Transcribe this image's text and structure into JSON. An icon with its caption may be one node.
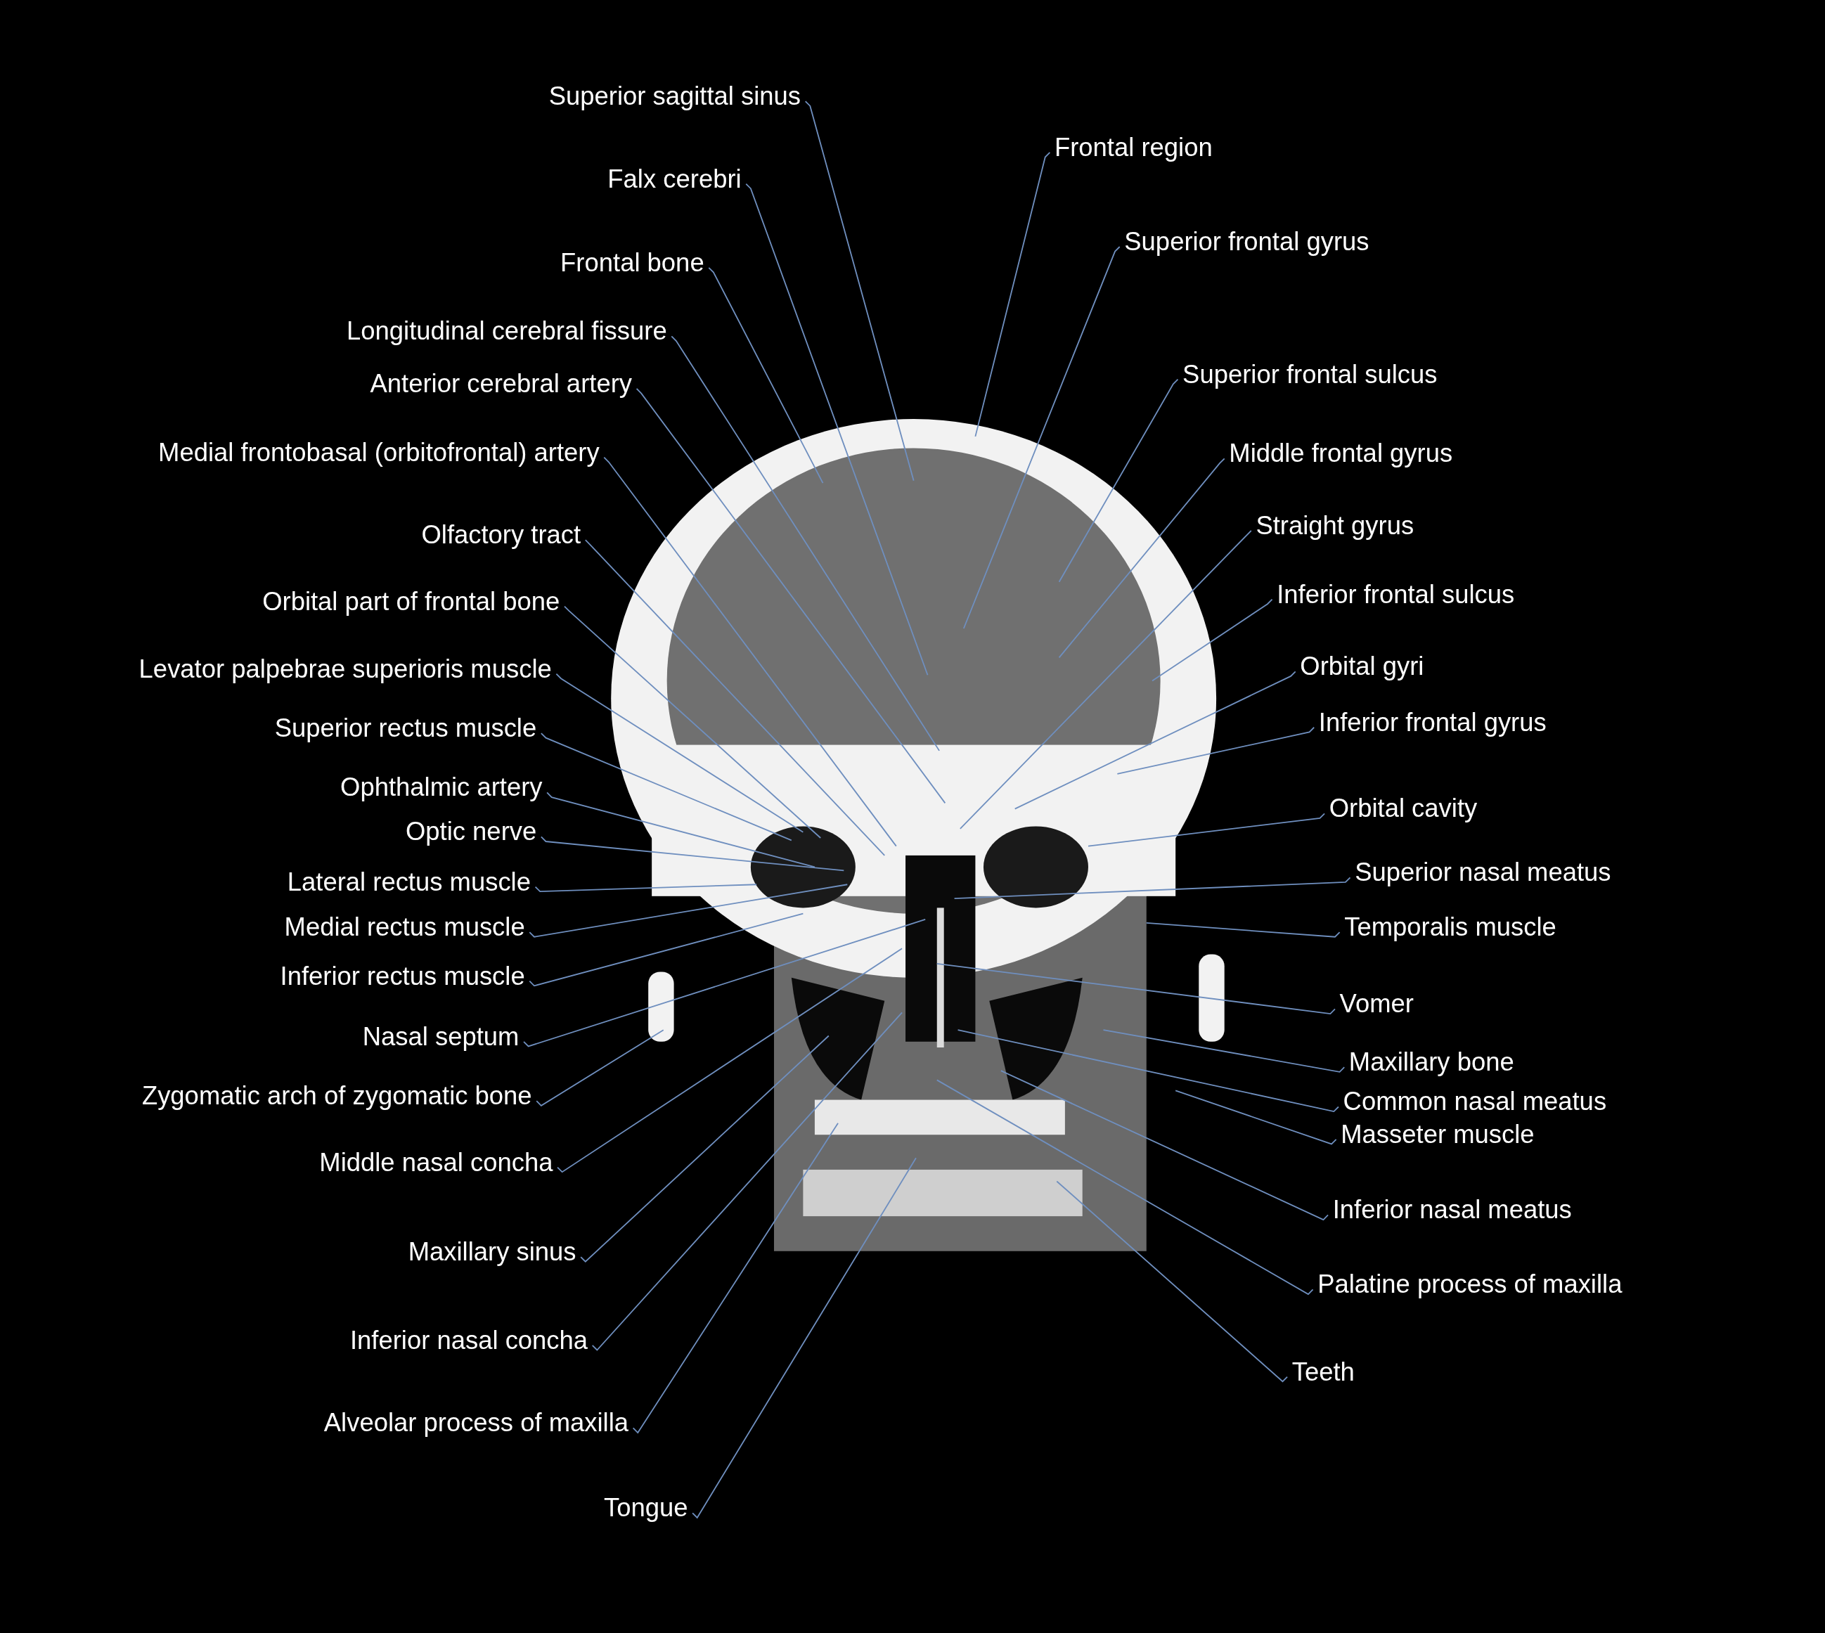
{
  "diagram": {
    "nodes": [
      {
        "text": [
          "Superior sagittal sinus"
        ]
      },
      {
        "text": [
          "Falx cerebri"
        ]
      },
      {
        "text": [
          "Frontal bone"
        ]
      },
      {
        "text": [
          "Longitudinal cerebral fissure"
        ]
      },
      {
        "text": [
          "Anterior cerebral artery"
        ]
      },
      {
        "text": [
          "Medial frontobasal (orbitofrontal) artery"
        ]
      },
      {
        "text": [
          "Olfactory tract"
        ]
      },
      {
        "text": [
          "Orbital part of frontal bone"
        ]
      },
      {
        "text": [
          "Levator palpebrae superioris muscle"
        ]
      },
      {
        "text": [
          "Superior rectus muscle"
        ]
      },
      {
        "text": [
          "Ophthalmic artery"
        ]
      },
      {
        "text": [
          "Optic nerve"
        ]
      },
      {
        "text": [
          "Lateral rectus muscle"
        ]
      },
      {
        "text": [
          "Medial rectus muscle"
        ]
      },
      {
        "text": [
          "Inferior rectus muscle"
        ]
      },
      {
        "text": [
          "Nasal septum"
        ]
      },
      {
        "text": [
          "Zygomatic arch of zygomatic bone"
        ]
      },
      {
        "text": [
          "Middle nasal concha"
        ]
      },
      {
        "text": [
          "Maxillary sinus"
        ]
      },
      {
        "text": [
          "Inferior nasal concha"
        ]
      },
      {
        "text": [
          "Alveolar process of maxilla"
        ]
      },
      {
        "text": [
          "Tongue"
        ]
      },
      {
        "text": [
          "Frontal region"
        ]
      },
      {
        "text": [
          "Superior frontal gyrus"
        ]
      },
      {
        "text": [
          "Superior frontal sulcus"
        ]
      },
      {
        "text": [
          "Middle frontal gyrus"
        ]
      },
      {
        "text": [
          "Straight gyrus"
        ]
      },
      {
        "text": [
          "Inferior frontal sulcus"
        ]
      },
      {
        "text": [
          "Orbital gyri"
        ]
      },
      {
        "text": [
          "Inferior frontal gyrus"
        ]
      },
      {
        "text": [
          "Orbital cavity"
        ]
      },
      {
        "text": [
          "Superior nasal meatus"
        ]
      },
      {
        "text": [
          "Temporalis muscle"
        ]
      },
      {
        "text": [
          "Vomer"
        ]
      },
      {
        "text": [
          "Maxillary bone"
        ]
      },
      {
        "text": [
          "Common nasal meatus"
        ]
      },
      {
        "text": [
          "Masseter muscle"
        ]
      },
      {
        "text": [
          "Inferior nasal meatus"
        ]
      },
      {
        "text": [
          "Palatine process of maxilla"
        ]
      },
      {
        "text": [
          "Teeth"
        ]
      }
    ],
    "edges": [
      {
        "from": 0,
        "to": null,
        "arrow": "none"
      },
      {
        "from": 1,
        "to": null,
        "arrow": "none"
      },
      {
        "from": 2,
        "to": null,
        "arrow": "none"
      },
      {
        "from": 3,
        "to": null,
        "arrow": "none"
      },
      {
        "from": 4,
        "to": null,
        "arrow": "none"
      },
      {
        "from": 5,
        "to": null,
        "arrow": "none"
      },
      {
        "from": 6,
        "to": null,
        "arrow": "none"
      },
      {
        "from": 7,
        "to": null,
        "arrow": "none"
      },
      {
        "from": 8,
        "to": null,
        "arrow": "none"
      },
      {
        "from": 9,
        "to": null,
        "arrow": "none"
      },
      {
        "from": 10,
        "to": null,
        "arrow": "none"
      },
      {
        "from": 11,
        "to": null,
        "arrow": "none"
      },
      {
        "from": 12,
        "to": null,
        "arrow": "none"
      },
      {
        "from": 13,
        "to": null,
        "arrow": "none"
      },
      {
        "from": 14,
        "to": null,
        "arrow": "none"
      },
      {
        "from": 15,
        "to": null,
        "arrow": "none"
      },
      {
        "from": 16,
        "to": null,
        "arrow": "none"
      },
      {
        "from": 17,
        "to": null,
        "arrow": "none"
      },
      {
        "from": 18,
        "to": null,
        "arrow": "none"
      },
      {
        "from": 19,
        "to": null,
        "arrow": "none"
      },
      {
        "from": 20,
        "to": null,
        "arrow": "none"
      },
      {
        "from": 21,
        "to": null,
        "arrow": "none"
      },
      {
        "from": 22,
        "to": null,
        "arrow": "none"
      },
      {
        "from": 23,
        "to": null,
        "arrow": "none"
      },
      {
        "from": 24,
        "to": null,
        "arrow": "none"
      },
      {
        "from": 25,
        "to": null,
        "arrow": "none"
      },
      {
        "from": 26,
        "to": null,
        "arrow": "none"
      },
      {
        "from": 27,
        "to": null,
        "arrow": "none"
      },
      {
        "from": 28,
        "to": null,
        "arrow": "none"
      },
      {
        "from": 29,
        "to": null,
        "arrow": "none"
      },
      {
        "from": 30,
        "to": null,
        "arrow": "none"
      },
      {
        "from": 31,
        "to": null,
        "arrow": "none"
      },
      {
        "from": 32,
        "to": null,
        "arrow": "none"
      },
      {
        "from": 33,
        "to": null,
        "arrow": "none"
      },
      {
        "from": 34,
        "to": null,
        "arrow": "none"
      },
      {
        "from": 35,
        "to": null,
        "arrow": "none"
      },
      {
        "from": 36,
        "to": null,
        "arrow": "none"
      },
      {
        "from": 37,
        "to": null,
        "arrow": "none"
      },
      {
        "from": 38,
        "to": null,
        "arrow": "none"
      },
      {
        "from": 39,
        "to": null,
        "arrow": "none"
      }
    ]
  }
}
